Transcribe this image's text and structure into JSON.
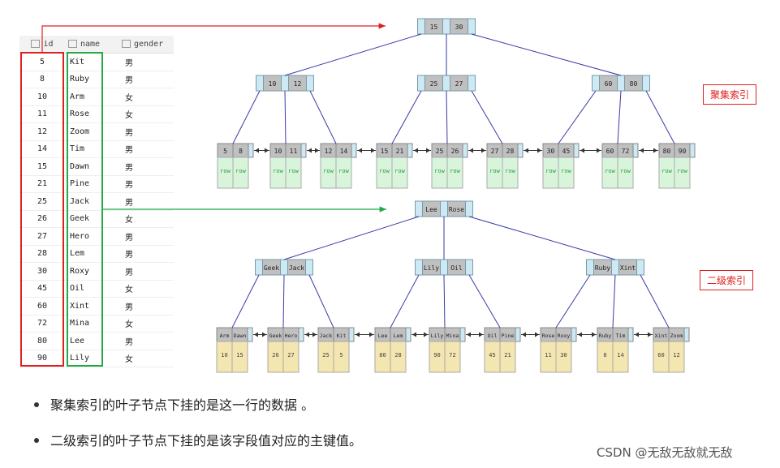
{
  "table": {
    "headers": [
      "id",
      "name",
      "gender"
    ],
    "rows": [
      [
        "5",
        "Kit",
        "男"
      ],
      [
        "8",
        "Ruby",
        "男"
      ],
      [
        "10",
        "Arm",
        "女"
      ],
      [
        "11",
        "Rose",
        "女"
      ],
      [
        "12",
        "Zoom",
        "男"
      ],
      [
        "14",
        "Tim",
        "男"
      ],
      [
        "15",
        "Dawn",
        "男"
      ],
      [
        "21",
        "Pine",
        "男"
      ],
      [
        "25",
        "Jack",
        "男"
      ],
      [
        "26",
        "Geek",
        "女"
      ],
      [
        "27",
        "Hero",
        "男"
      ],
      [
        "28",
        "Lem",
        "男"
      ],
      [
        "30",
        "Roxy",
        "男"
      ],
      [
        "45",
        "Oil",
        "女"
      ],
      [
        "60",
        "Xint",
        "男"
      ],
      [
        "72",
        "Mina",
        "女"
      ],
      [
        "80",
        "Lee",
        "男"
      ],
      [
        "90",
        "Lily",
        "女"
      ]
    ]
  },
  "clustered": {
    "label": "聚集索引",
    "root": [
      "15",
      "30"
    ],
    "mid": [
      [
        "10",
        "12"
      ],
      [
        "25",
        "27"
      ],
      [
        "60",
        "80"
      ]
    ],
    "leaves": [
      [
        "5",
        "8"
      ],
      [
        "10",
        "11"
      ],
      [
        "12",
        "14"
      ],
      [
        "15",
        "21"
      ],
      [
        "25",
        "26"
      ],
      [
        "27",
        "28"
      ],
      [
        "30",
        "45"
      ],
      [
        "60",
        "72"
      ],
      [
        "80",
        "90"
      ]
    ],
    "leaf_value": "row"
  },
  "secondary": {
    "label": "二级索引",
    "root": [
      "Lee",
      "Rose"
    ],
    "mid": [
      [
        "Geek",
        "Jack"
      ],
      [
        "Lily",
        "Oil"
      ],
      [
        "Ruby",
        "Xint"
      ]
    ],
    "leaves": [
      {
        "keys": [
          "Arm",
          "Dawn"
        ],
        "vals": [
          "10",
          "15"
        ]
      },
      {
        "keys": [
          "Geek",
          "Hero"
        ],
        "vals": [
          "26",
          "27"
        ]
      },
      {
        "keys": [
          "Jack",
          "Kit"
        ],
        "vals": [
          "25",
          "5"
        ]
      },
      {
        "keys": [
          "Lee",
          "Lem"
        ],
        "vals": [
          "80",
          "28"
        ]
      },
      {
        "keys": [
          "Lily",
          "Mina"
        ],
        "vals": [
          "90",
          "72"
        ]
      },
      {
        "keys": [
          "Oil",
          "Pine"
        ],
        "vals": [
          "45",
          "21"
        ]
      },
      {
        "keys": [
          "Rose",
          "Roxy"
        ],
        "vals": [
          "11",
          "30"
        ]
      },
      {
        "keys": [
          "Ruby",
          "Tim"
        ],
        "vals": [
          "8",
          "14"
        ]
      },
      {
        "keys": [
          "Xint",
          "Zoom"
        ],
        "vals": [
          "60",
          "12"
        ]
      }
    ]
  },
  "bullets": [
    "聚集索引的叶子节点下挂的是这一行的数据 。",
    "二级索引的叶子节点下挂的是该字段值对应的主键值。"
  ],
  "watermark": "CSDN @无敌无敌就无敌",
  "colors": {
    "node_key": "#c0c0c0",
    "node_ptr": "#cde9f3",
    "row_fill": "#d8f5dc",
    "val_fill": "#f3e6b0",
    "link": "#3a3aa8",
    "red": "#e02020",
    "green": "#22aa44"
  }
}
